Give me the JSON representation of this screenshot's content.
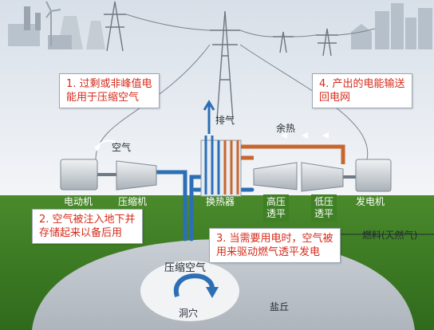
{
  "callouts": {
    "c1": {
      "line1": "1. 过剩或非峰值电",
      "line2": "能用于压缩空气"
    },
    "c2": {
      "line1": "2. 空气被注入地下并",
      "line2": "存储起来以备后用"
    },
    "c3": {
      "line1": "3. 当需要用电时，空气被",
      "line2": "用来驱动燃气透平发电"
    },
    "c4": {
      "line1": "4. 产出的电能输送",
      "line2": "回电网"
    }
  },
  "labels": {
    "exhaust": "排气",
    "waste_heat": "余热",
    "air": "空气",
    "motor": "电动机",
    "compressor": "压缩机",
    "heat_exchanger": "换热器",
    "hp_turbine_1": "高压",
    "hp_turbine_2": "透平",
    "lp_turbine_1": "低压",
    "lp_turbine_2": "透平",
    "generator": "发电机",
    "fuel": "燃料(天然气)",
    "compressed_air": "压缩空气",
    "cavern": "洞穴",
    "salt_dome": "盐丘"
  },
  "colors": {
    "callout_text": "#d62b1c",
    "ground": "#3f7f25",
    "sky": "#e3e9f0",
    "hot_pipe": "#c9662e",
    "cold_pipe": "#2c6fb5",
    "salt": "#c7cdd3"
  }
}
